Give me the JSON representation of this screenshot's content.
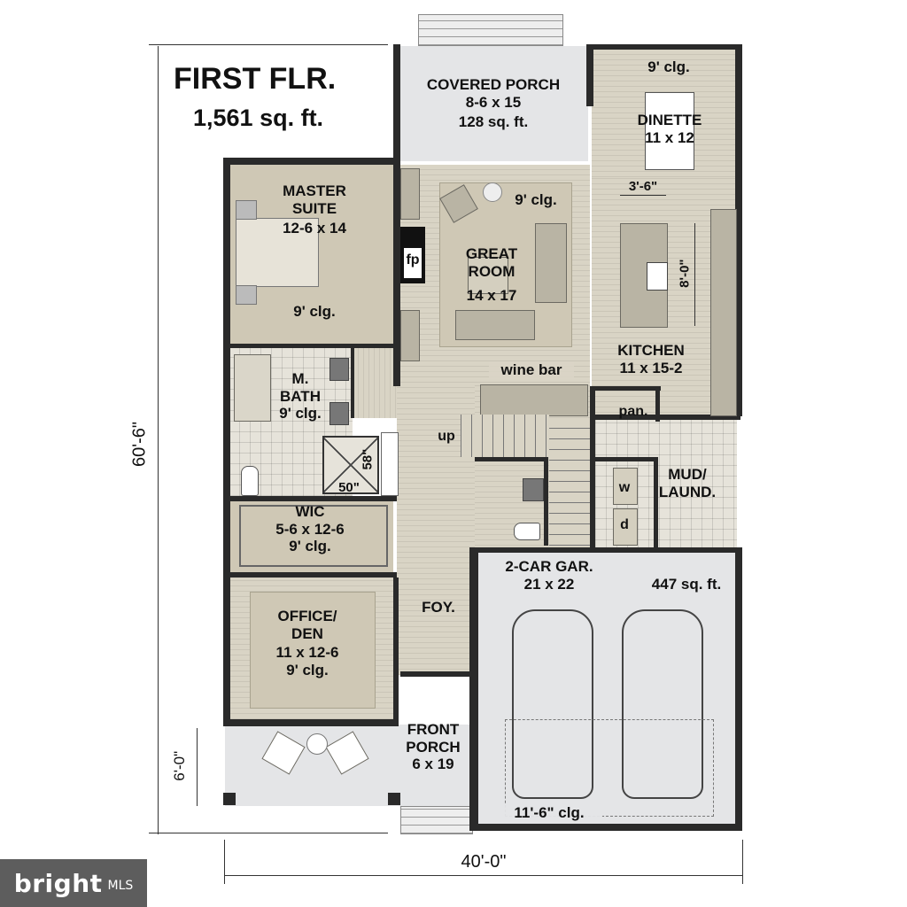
{
  "title": "FIRST FLR.",
  "area": "1,561 sq. ft.",
  "rooms": {
    "covered_porch": {
      "name": "COVERED PORCH",
      "size": "8-6 x 15",
      "area": "128 sq. ft."
    },
    "dinette": {
      "name": "DINETTE",
      "size": "11 x 12",
      "ceiling": "9' clg."
    },
    "master_suite": {
      "name_line1": "MASTER",
      "name_line2": "SUITE",
      "size": "12-6 x 14",
      "ceiling": "9' clg."
    },
    "great_room": {
      "name_line1": "GREAT",
      "name_line2": "ROOM",
      "size": "14 x 17",
      "ceiling": "9' clg."
    },
    "kitchen": {
      "name": "KITCHEN",
      "size": "11 x 15-2"
    },
    "master_bath": {
      "name_line1": "M.",
      "name_line2": "BATH",
      "ceiling": "9' clg."
    },
    "wic": {
      "name": "WIC",
      "size": "5-6 x 12-6",
      "ceiling": "9' clg."
    },
    "mud_laundry": {
      "name_line1": "MUD/",
      "name_line2": "LAUND."
    },
    "garage": {
      "name": "2-CAR GAR.",
      "size": "21 x 22",
      "area": "447 sq. ft.",
      "ceiling": "11'-6\" clg."
    },
    "office": {
      "name_line1": "OFFICE/",
      "name_line2": "DEN",
      "size": "11 x 12-6",
      "ceiling": "9' clg."
    },
    "foyer": {
      "name": "FOY."
    },
    "front_porch": {
      "name_line1": "FRONT",
      "name_line2": "PORCH",
      "size": "6 x 19"
    }
  },
  "labels": {
    "fireplace": "fp",
    "wine_bar": "wine bar",
    "stairs_up": "up",
    "pantry": "pan.",
    "washer": "w",
    "dryer": "d",
    "island_width": "3'-6\"",
    "island_length": "8'-0\"",
    "shower_depth": "58\"",
    "shower_width": "50\""
  },
  "dimensions": {
    "overall_depth": "60'-6\"",
    "overall_width": "40'-0\"",
    "porch_depth": "6'-0\""
  },
  "watermark": {
    "main": "bright",
    "sub": "MLS"
  }
}
